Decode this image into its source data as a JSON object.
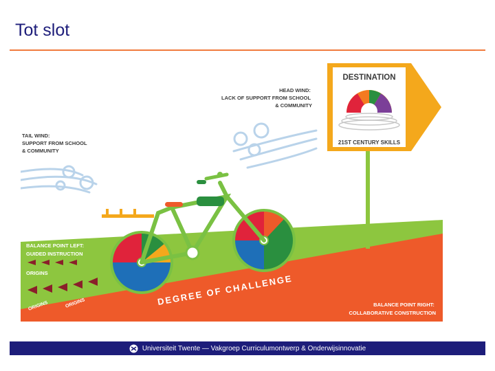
{
  "slide": {
    "title": "Tot slot"
  },
  "illustration": {
    "head_wind": [
      "HEAD WIND:",
      "LACK OF SUPPORT FROM SCHOOL",
      "& COMMUNITY"
    ],
    "tail_wind": [
      "TAIL WIND:",
      "SUPPORT FROM SCHOOL",
      "& COMMUNITY"
    ],
    "destination": "DESTINATION",
    "skills": "21ST CENTURY SKILLS",
    "balance_left": [
      "BALANCE POINT LEFT:",
      "GUIDED INSTRUCTION"
    ],
    "origins": "ORIGINS",
    "degree": "DEGREE OF CHALLENGE",
    "balance_right": [
      "BALANCE POINT RIGHT:",
      "COLLABORATIVE CONSTRUCTION"
    ]
  },
  "footer": {
    "text": "Universiteit Twente  —  Vakgroep Curriculumontwerp & Onderwijsinnovatie",
    "logo_icon": "university-logo-icon"
  },
  "colors": {
    "title": "#1d1d7a",
    "rule": "#f07a3c",
    "footer_bg": "#1d1d7a",
    "ground_orange": "#ee5a2a",
    "ground_green": "#8dc63f",
    "sign_yellow": "#f4a81c",
    "bike_green": "#7ac143",
    "wind_blue": "#b9d3ea"
  }
}
